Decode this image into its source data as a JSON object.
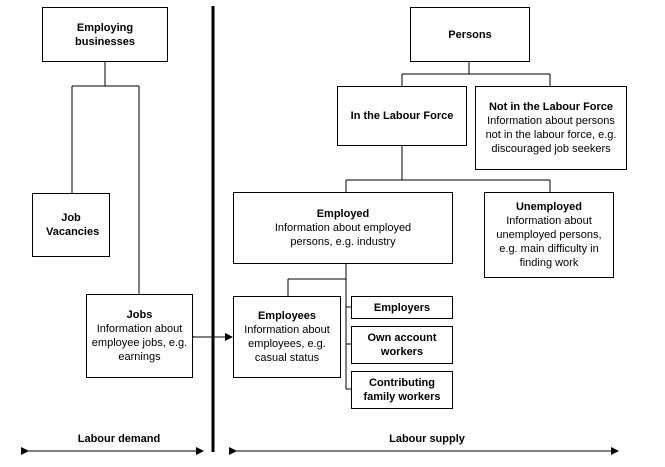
{
  "boxes": {
    "employing_businesses": {
      "title": "Employing businesses",
      "desc": ""
    },
    "persons": {
      "title": "Persons",
      "desc": ""
    },
    "in_labour_force": {
      "title": "In the Labour Force",
      "desc": ""
    },
    "not_in_labour_force": {
      "title": "Not in the Labour Force",
      "desc": "Information about persons not in the labour force, e.g. discouraged job seekers"
    },
    "job_vacancies": {
      "title": "Job Vacancies",
      "desc": ""
    },
    "employed": {
      "title": "Employed",
      "desc": "Information about employed persons, e.g. industry"
    },
    "unemployed": {
      "title": "Unemployed",
      "desc": "Information about unemployed persons, e.g. main difficulty in finding work"
    },
    "jobs": {
      "title": "Jobs",
      "desc": "Information about employee jobs, e.g. earnings"
    },
    "employees": {
      "title": "Employees",
      "desc": "Information about employees, e.g. casual status"
    },
    "employers": {
      "title": "Employers",
      "desc": ""
    },
    "own_account_workers": {
      "title": "Own account workers",
      "desc": ""
    },
    "contributing_family_workers": {
      "title": "Contributing family workers",
      "desc": ""
    }
  },
  "axis_labels": {
    "labour_demand": "Labour demand",
    "labour_supply": "Labour supply"
  }
}
